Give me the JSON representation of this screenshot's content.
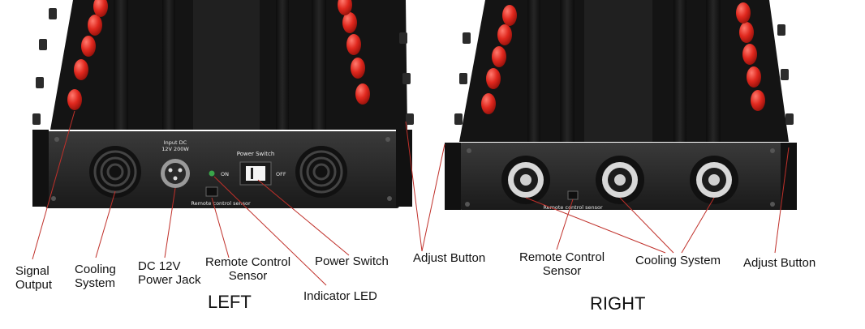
{
  "device_text": {
    "input_dc": "Input DC",
    "input_rating": "12V 200W",
    "power_switch": "Power Switch",
    "on": "ON",
    "off": "OFF",
    "remote_sensor_left": "Remote control sensor",
    "remote_sensor_right": "Remote control sensor"
  },
  "callouts": {
    "signal_output": [
      "Signal",
      "Output"
    ],
    "cooling_left": [
      "Cooling",
      "System"
    ],
    "dc_jack": [
      "DC 12V",
      "Power Jack"
    ],
    "remote_left": [
      "Remote Control",
      "Sensor"
    ],
    "power_switch": "Power Switch",
    "indicator_led": "Indicator LED",
    "adjust_left": "Adjust Button",
    "remote_right": [
      "Remote Control",
      "Sensor"
    ],
    "cooling_right": "Cooling System",
    "adjust_right": "Adjust Button"
  },
  "captions": {
    "left": "LEFT",
    "right": "RIGHT"
  },
  "colors": {
    "body": "#161616",
    "panel": "#2a2a2a",
    "antenna": "#e0281e",
    "leader": "#c0302a"
  }
}
